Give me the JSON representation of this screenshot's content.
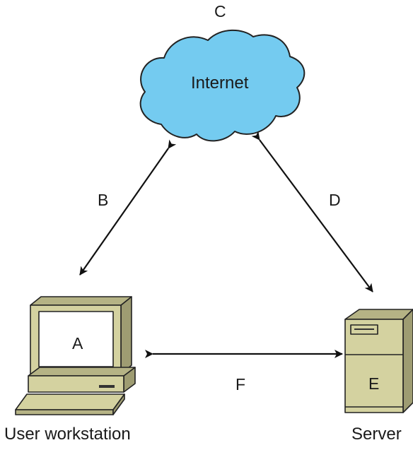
{
  "labels": {
    "internet_letter": "C",
    "internet_text": "Internet",
    "link_workstation_internet": "B",
    "link_internet_server": "D",
    "workstation_letter": "A",
    "server_letter": "E",
    "link_workstation_server": "F",
    "workstation_caption": "User workstation",
    "server_caption": "Server"
  },
  "colors": {
    "cloud_fill": "#74cbf0",
    "device_fill": "#d4d2a0",
    "device_dark": "#b5b385",
    "device_shade": "#9e9c72",
    "screen_fill": "#ffffff",
    "outline": "#222222",
    "arrow": "#111111"
  }
}
